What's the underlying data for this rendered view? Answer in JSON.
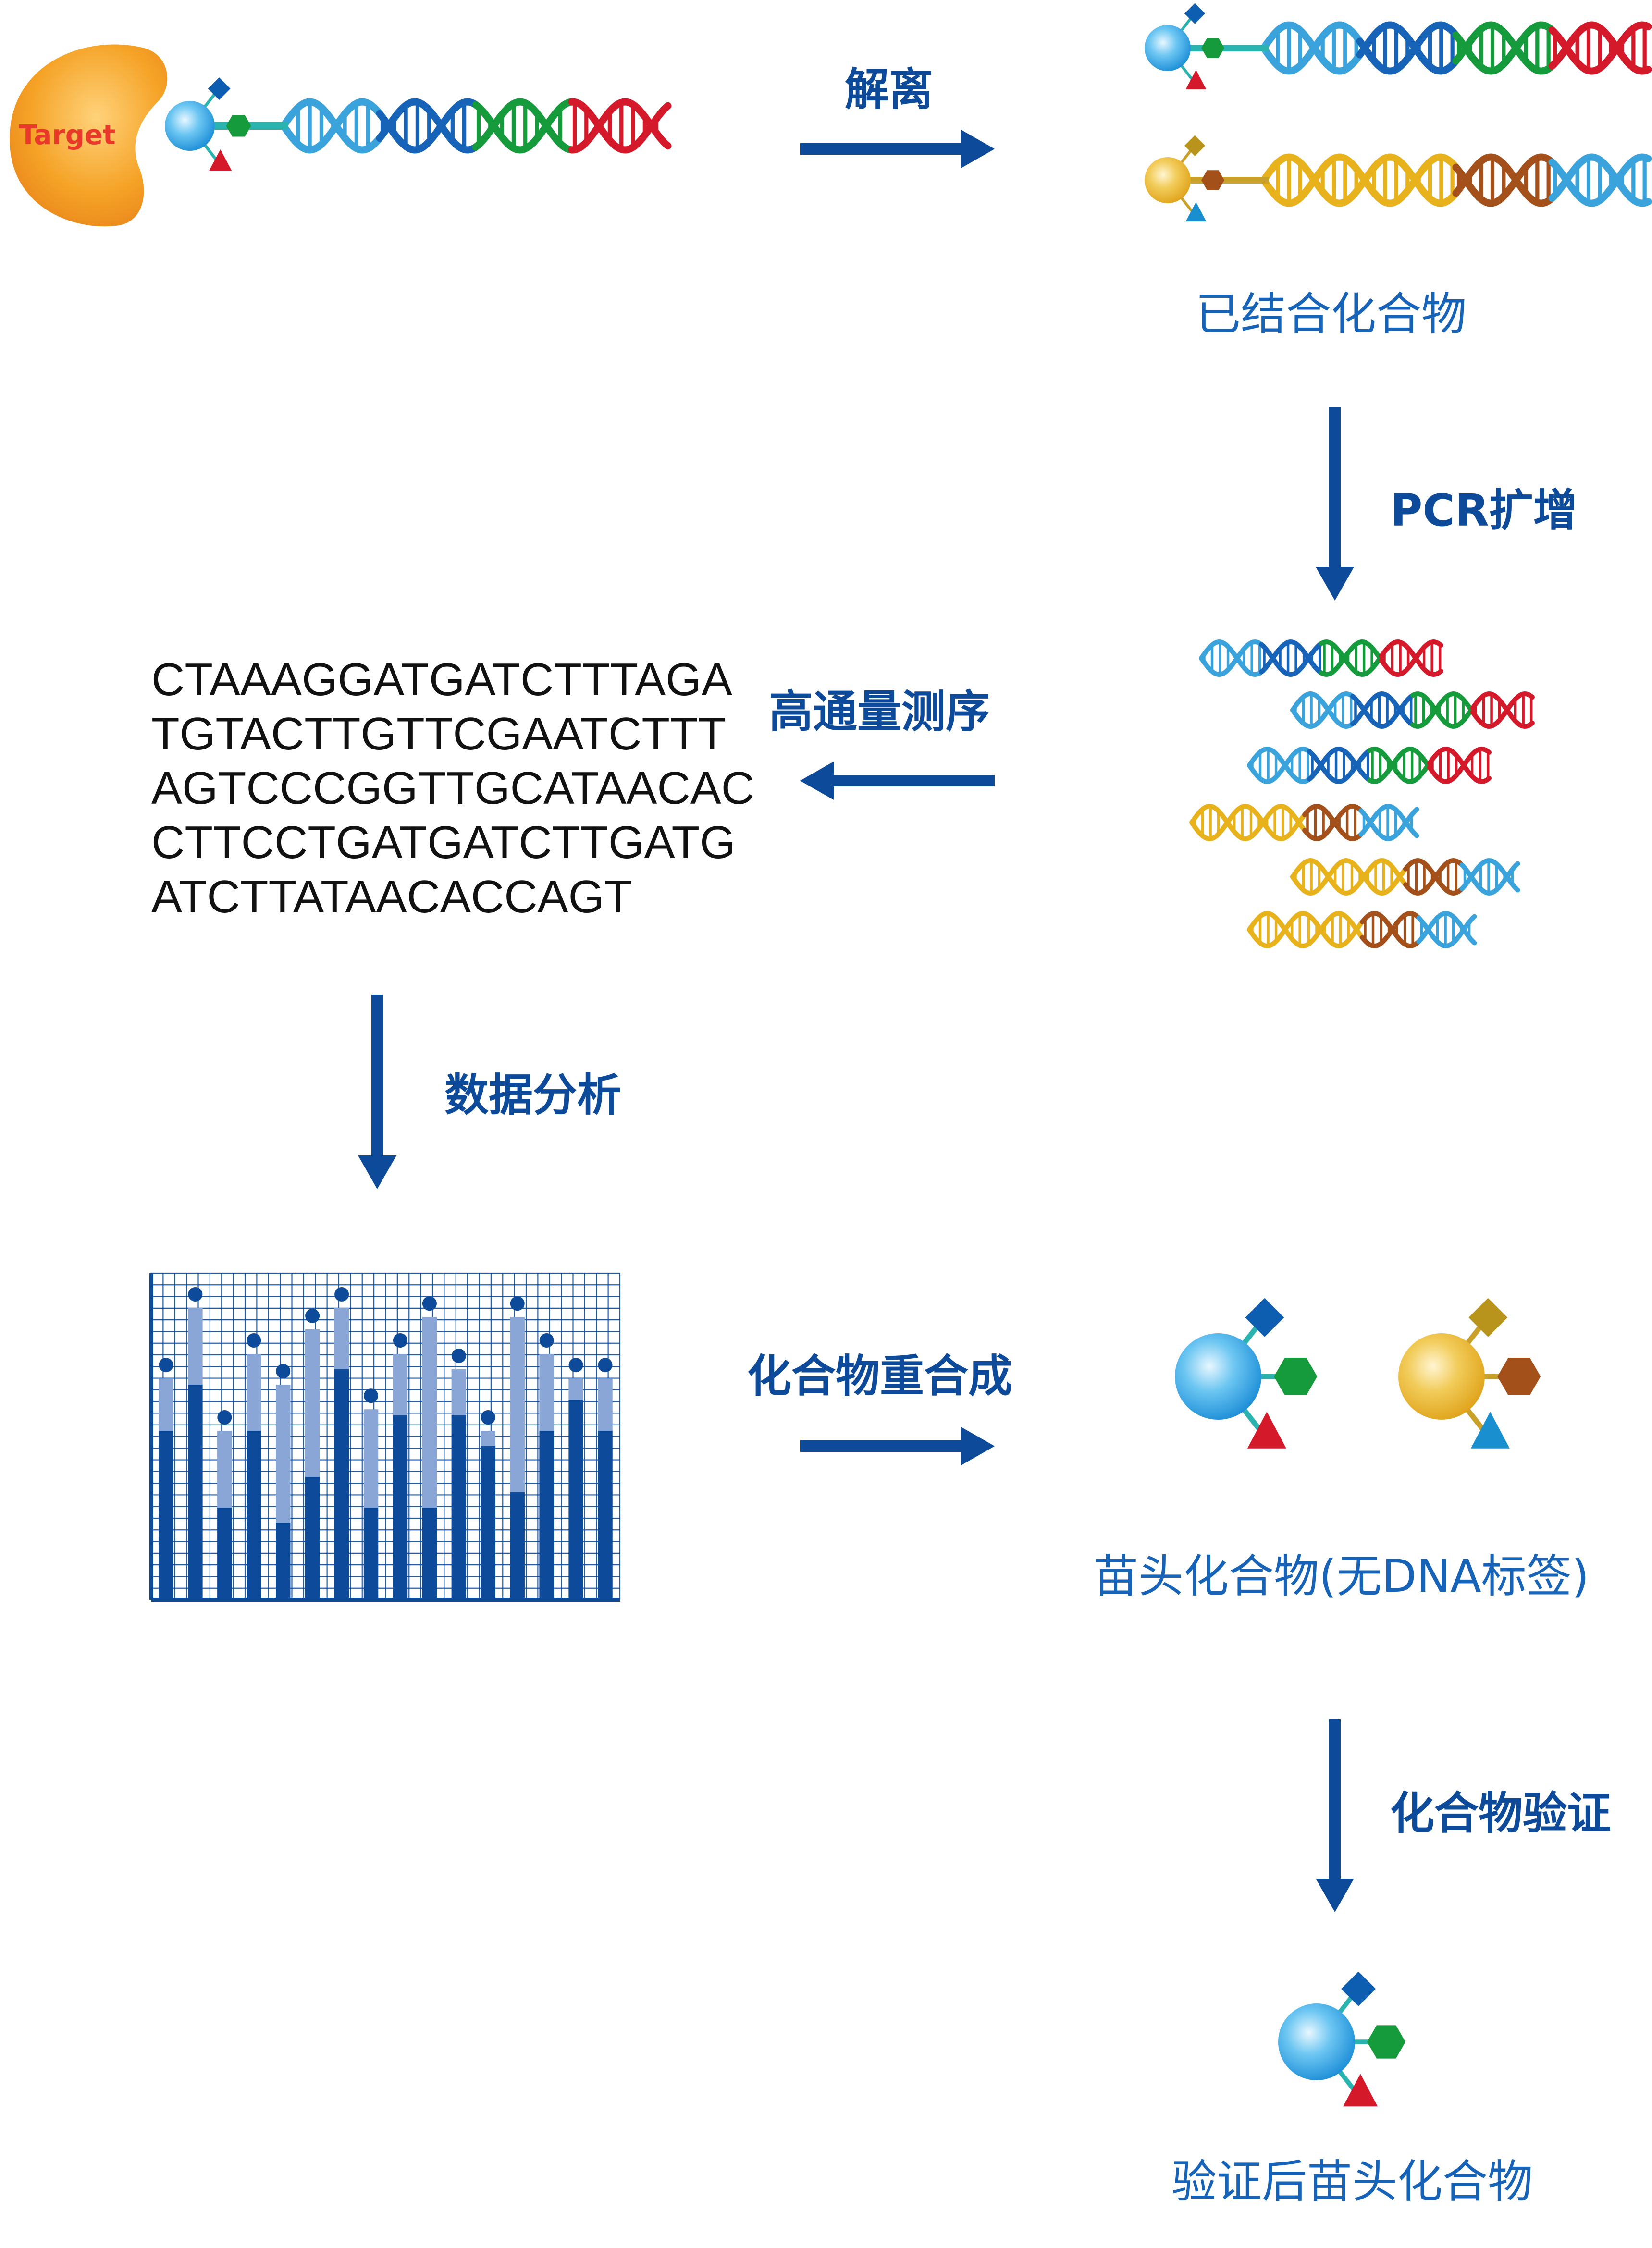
{
  "target_label": "Target",
  "steps": {
    "dissociate": "解离",
    "pcr": "PCR扩增",
    "sequencing": "高通量测序",
    "analysis": "数据分析",
    "resynthesis": "化合物重合成",
    "validation": "化合物验证"
  },
  "captions": {
    "bound": "已结合化合物",
    "hits": "苗头化合物(无DNA标签)",
    "validated": "验证后苗头化合物"
  },
  "sequence_lines": [
    "CTAAAGGATGATCTTTAGA",
    "TGTACTTGTTCGAATCTTT",
    "AGTCCCGGTTGCATAACAC",
    "CTTCCTGATGATCTTGATG",
    "ATCTTATAACACCAGT"
  ],
  "colors": {
    "arrow": "#0d4a9a",
    "label": "#0d4a9a",
    "caption": "#1763b8",
    "target": "#f39a1e",
    "target_text": "#e8392a",
    "ball_blue": "#2aa0e8",
    "ball_gold": "#eab82a",
    "linker_teal": "#2bb3b0",
    "linker_gold": "#c8a02a",
    "dna_light_blue": "#3aa3dc",
    "dna_blue": "#1763b8",
    "dna_green": "#159a3c",
    "dna_red": "#d41a2a",
    "dna_yellow": "#e8b21c",
    "dna_brown": "#a4501a",
    "diamond_blue": "#0d5eb0",
    "hex_green": "#159a3c",
    "tri_red": "#d41a2a",
    "diamond_gold": "#b8941c",
    "hex_brown": "#a4501a",
    "tri_blue": "#1a8fd0",
    "bar_dark": "#0d4a9a",
    "bar_light": "#8aa6d6",
    "grid": "#0d4a9a"
  },
  "histogram": {
    "dark": [
      0.55,
      0.7,
      0.3,
      0.55,
      0.25,
      0.4,
      0.75,
      0.3,
      0.6,
      0.3,
      0.6,
      0.5,
      0.35,
      0.55,
      0.65,
      0.55
    ],
    "total": [
      0.72,
      0.95,
      0.55,
      0.8,
      0.7,
      0.88,
      0.95,
      0.62,
      0.8,
      0.92,
      0.75,
      0.55,
      0.92,
      0.8,
      0.72,
      0.72
    ]
  }
}
